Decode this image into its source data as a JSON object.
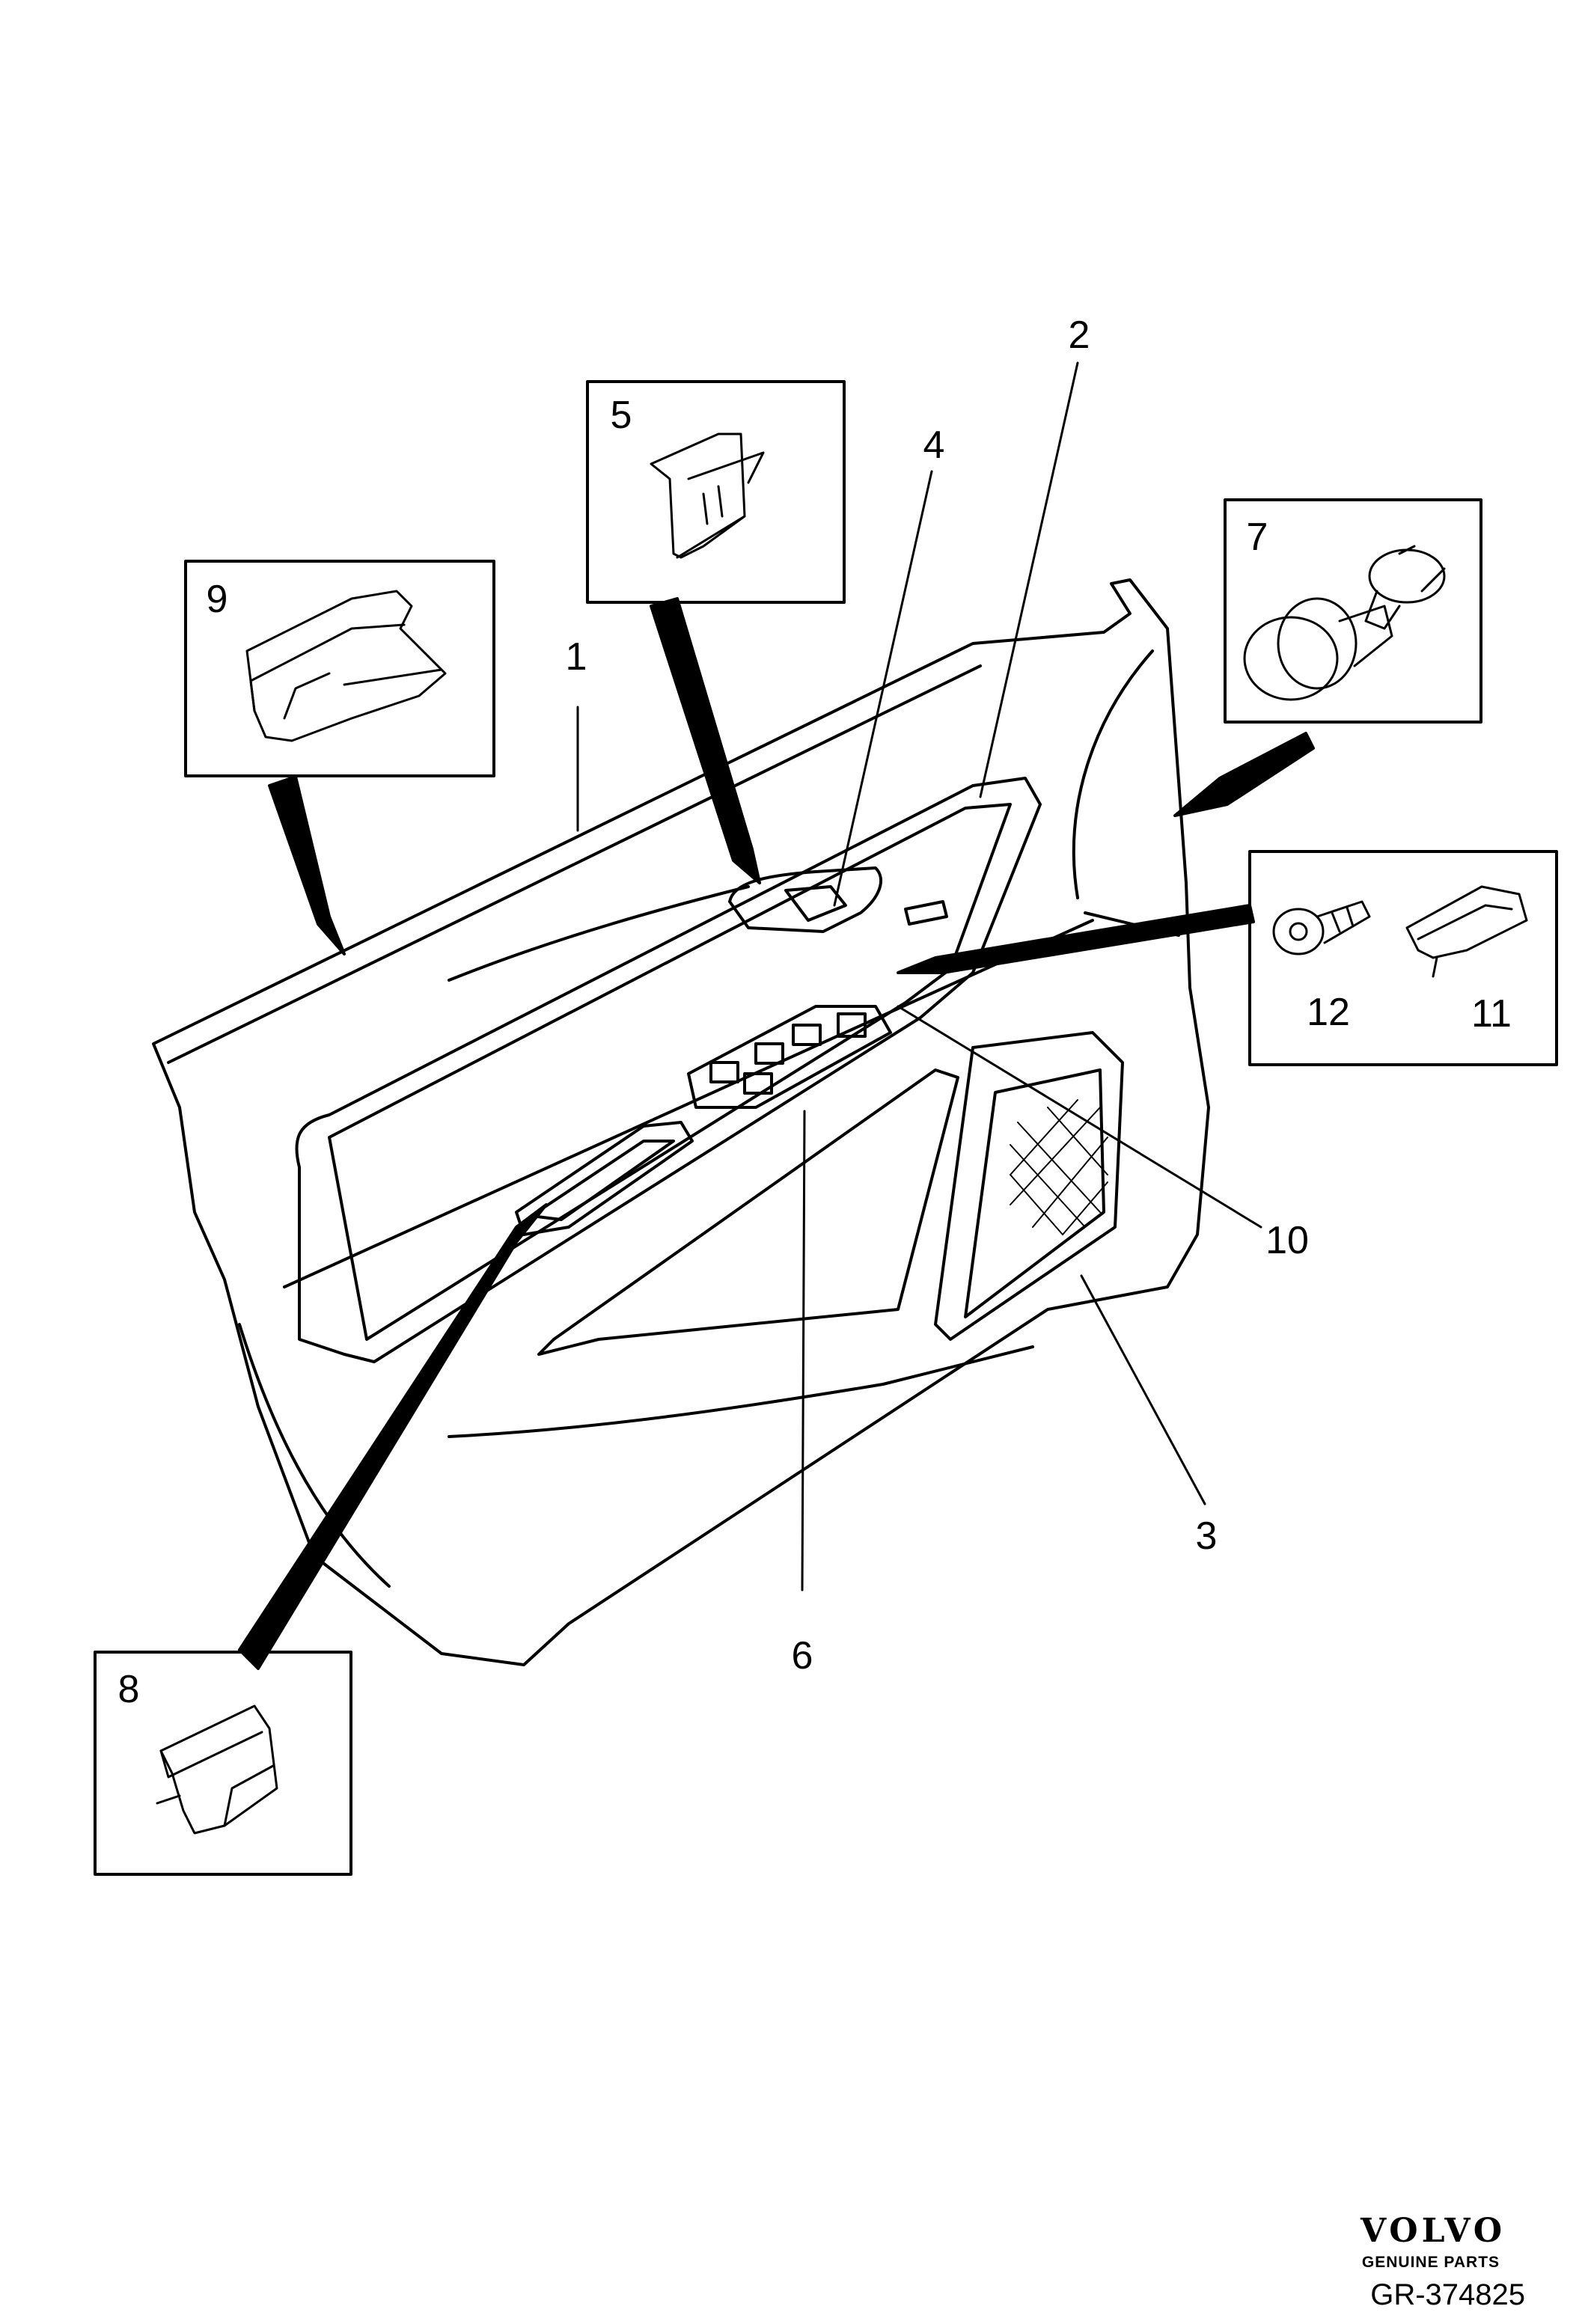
{
  "callouts": {
    "c1": "1",
    "c2": "2",
    "c3": "3",
    "c4": "4",
    "c6": "6",
    "c10": "10",
    "c11": "11",
    "c12": "12"
  },
  "insets": {
    "i5": "5",
    "i7": "7",
    "i8": "8",
    "i9": "9"
  },
  "brand": {
    "name": "VOLVO",
    "tagline": "GENUINE PARTS"
  },
  "reference": "GR-374825"
}
